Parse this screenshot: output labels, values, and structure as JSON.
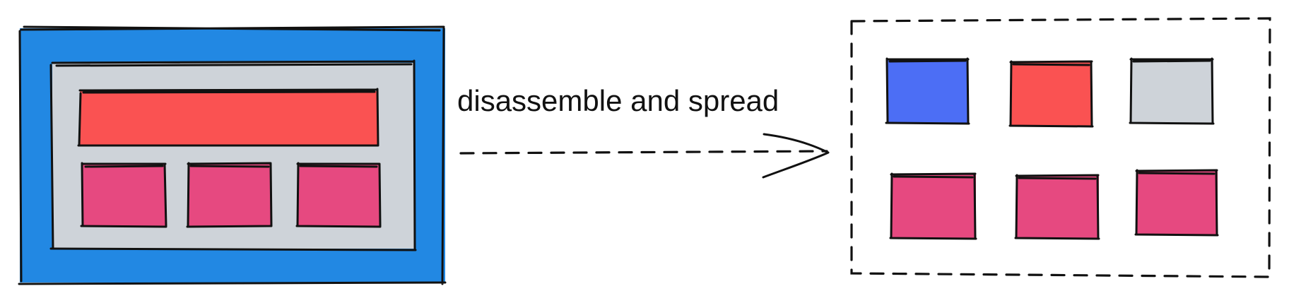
{
  "caption": "disassemble and spread",
  "colors": {
    "outer_container": "#2288e3",
    "inner_container": "#ced3d9",
    "header_bar": "#fa5252",
    "small_box": "#e64980",
    "blue_piece": "#4c6ef5",
    "red_piece": "#fa5252",
    "grey_piece": "#ced3d9",
    "ink": "#111111"
  },
  "left_group": {
    "description": "nested container",
    "children": [
      "header_bar",
      "small_box",
      "small_box",
      "small_box"
    ]
  },
  "right_group": {
    "pieces": [
      {
        "role": "outer_container",
        "color": "#4c6ef5"
      },
      {
        "role": "header_bar",
        "color": "#fa5252"
      },
      {
        "role": "inner_container",
        "color": "#ced3d9"
      },
      {
        "role": "small_box",
        "color": "#e64980"
      },
      {
        "role": "small_box",
        "color": "#e64980"
      },
      {
        "role": "small_box",
        "color": "#e64980"
      }
    ]
  }
}
